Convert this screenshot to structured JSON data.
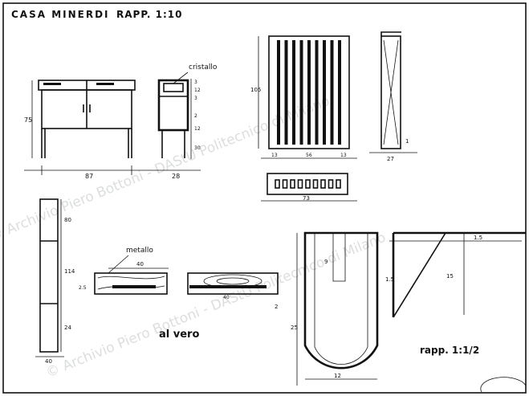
{
  "drawing": {
    "title": "CASA MINERDI",
    "scale_main": "RAPP. 1:10",
    "scale_detail": "rapp. 1:1/2",
    "note_real": "al vero",
    "label_glass": "cristallo",
    "label_metal": "metallo"
  },
  "watermark": {
    "text_a": "© Archivio Piero Bottoni - DAStU Politecnico di Milano",
    "text_b": "© Archivio Piero Bottoni - DAStU Politecnico di Milano"
  },
  "dims": {
    "cab_height": "75",
    "cab_width": "87",
    "side_width": "28",
    "side_d1": "3",
    "side_d2": "12",
    "side_d3": "3",
    "side_d4": "2",
    "side_d5": "12",
    "side_d6": "30",
    "door_height": "105",
    "door_b1": "13",
    "door_b2": "56",
    "door_b3": "13",
    "plan_width": "73",
    "side_profile_width": "27",
    "side_profile_gap": "1",
    "col_d1": "80",
    "col_d2": "114",
    "col_d3": "24",
    "col_w": "40",
    "sec_top": "40",
    "sec_mid": "40",
    "sec_left": "2.5",
    "sec_right": "2",
    "slot_d1": "9",
    "slot_h": "25",
    "slot_w": "12",
    "bracket_top": "1.5",
    "bracket_left": "1.5",
    "bracket_h": "15"
  }
}
